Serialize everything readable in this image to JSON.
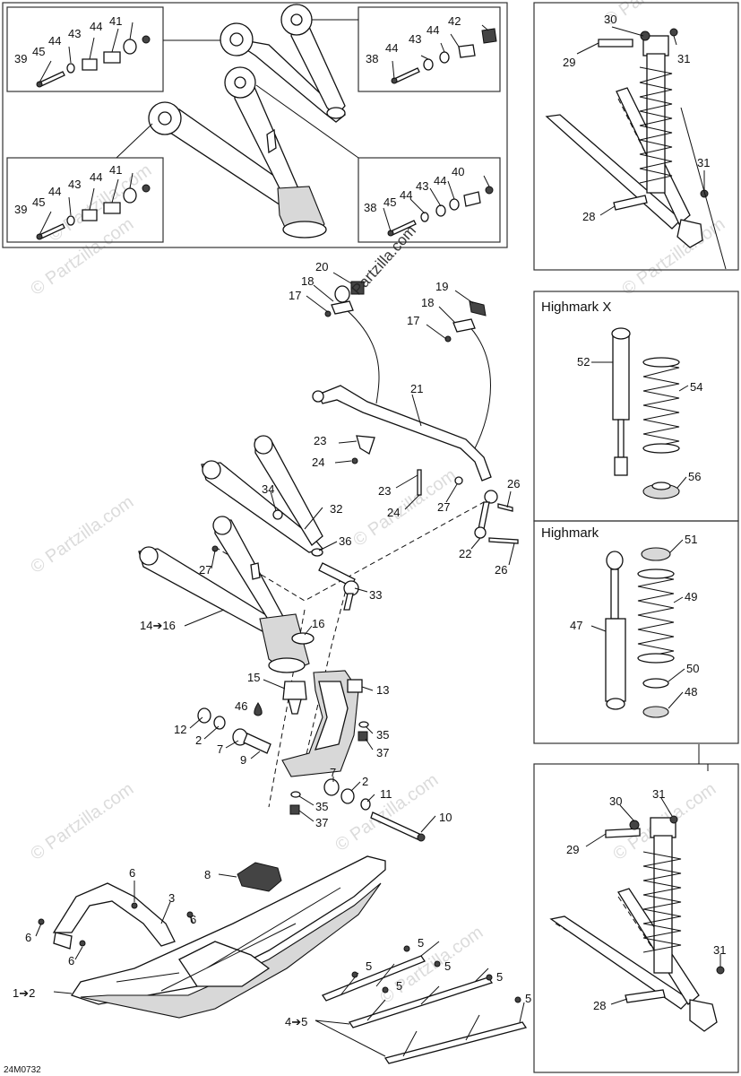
{
  "titles": {
    "highmark_x": "Highmark X",
    "highmark": "Highmark"
  },
  "drawing_code": "24M0732",
  "watermark": "© Partzilla.com",
  "watermark_center": "Partzilla.com",
  "callouts": [
    {
      "id": "c41a",
      "t": "41"
    },
    {
      "id": "c44a1",
      "t": "44"
    },
    {
      "id": "c43a",
      "t": "43"
    },
    {
      "id": "c44a2",
      "t": "44"
    },
    {
      "id": "c45a",
      "t": "45"
    },
    {
      "id": "c39a",
      "t": "39"
    },
    {
      "id": "c42",
      "t": "42"
    },
    {
      "id": "c44b1",
      "t": "44"
    },
    {
      "id": "c43b",
      "t": "43"
    },
    {
      "id": "c44b2",
      "t": "44"
    },
    {
      "id": "c38a",
      "t": "38"
    },
    {
      "id": "c41c",
      "t": "41"
    },
    {
      "id": "c44c1",
      "t": "44"
    },
    {
      "id": "c43c",
      "t": "43"
    },
    {
      "id": "c44c2",
      "t": "44"
    },
    {
      "id": "c45c",
      "t": "45"
    },
    {
      "id": "c39c",
      "t": "39"
    },
    {
      "id": "c40",
      "t": "40"
    },
    {
      "id": "c44d1",
      "t": "44"
    },
    {
      "id": "c44d2",
      "t": "44"
    },
    {
      "id": "c43d",
      "t": "43"
    },
    {
      "id": "c45d",
      "t": "45"
    },
    {
      "id": "c38d",
      "t": "38"
    },
    {
      "id": "c30a",
      "t": "30"
    },
    {
      "id": "c29a",
      "t": "29"
    },
    {
      "id": "c31a",
      "t": "31"
    },
    {
      "id": "c31b",
      "t": "31"
    },
    {
      "id": "c28a",
      "t": "28"
    },
    {
      "id": "c20",
      "t": "20"
    },
    {
      "id": "c18a",
      "t": "18"
    },
    {
      "id": "c17a",
      "t": "17"
    },
    {
      "id": "c19",
      "t": "19"
    },
    {
      "id": "c18b",
      "t": "18"
    },
    {
      "id": "c17b",
      "t": "17"
    },
    {
      "id": "c21",
      "t": "21"
    },
    {
      "id": "c23a",
      "t": "23"
    },
    {
      "id": "c24a",
      "t": "24"
    },
    {
      "id": "c23b",
      "t": "23"
    },
    {
      "id": "c24b",
      "t": "24"
    },
    {
      "id": "c27a",
      "t": "27"
    },
    {
      "id": "c26a",
      "t": "26"
    },
    {
      "id": "c22",
      "t": "22"
    },
    {
      "id": "c26b",
      "t": "26"
    },
    {
      "id": "c34",
      "t": "34"
    },
    {
      "id": "c32",
      "t": "32"
    },
    {
      "id": "c36",
      "t": "36"
    },
    {
      "id": "c27b",
      "t": "27"
    },
    {
      "id": "c33",
      "t": "33"
    },
    {
      "id": "c1416",
      "t": "14➔16"
    },
    {
      "id": "c16",
      "t": "16"
    },
    {
      "id": "c15",
      "t": "15"
    },
    {
      "id": "c13",
      "t": "13"
    },
    {
      "id": "c46",
      "t": "46"
    },
    {
      "id": "c12",
      "t": "12"
    },
    {
      "id": "c2a",
      "t": "2"
    },
    {
      "id": "c7a",
      "t": "7"
    },
    {
      "id": "c9",
      "t": "9"
    },
    {
      "id": "c35a",
      "t": "35"
    },
    {
      "id": "c37a",
      "t": "37"
    },
    {
      "id": "c7b",
      "t": "7"
    },
    {
      "id": "c2b",
      "t": "2"
    },
    {
      "id": "c11",
      "t": "11"
    },
    {
      "id": "c35b",
      "t": "35"
    },
    {
      "id": "c37b",
      "t": "37"
    },
    {
      "id": "c10",
      "t": "10"
    },
    {
      "id": "c8",
      "t": "8"
    },
    {
      "id": "c6a",
      "t": "6"
    },
    {
      "id": "c3",
      "t": "3"
    },
    {
      "id": "c6b",
      "t": "6"
    },
    {
      "id": "c6c",
      "t": "6"
    },
    {
      "id": "c6d",
      "t": "6"
    },
    {
      "id": "c12b",
      "t": "1➔2"
    },
    {
      "id": "c5a",
      "t": "5"
    },
    {
      "id": "c5b",
      "t": "5"
    },
    {
      "id": "c5c",
      "t": "5"
    },
    {
      "id": "c5d",
      "t": "5"
    },
    {
      "id": "c5e",
      "t": "5"
    },
    {
      "id": "c5f",
      "t": "5"
    },
    {
      "id": "c45g",
      "t": "4➔5"
    },
    {
      "id": "c52",
      "t": "52"
    },
    {
      "id": "c54",
      "t": "54"
    },
    {
      "id": "c56",
      "t": "56"
    },
    {
      "id": "c51",
      "t": "51"
    },
    {
      "id": "c49",
      "t": "49"
    },
    {
      "id": "c47",
      "t": "47"
    },
    {
      "id": "c50",
      "t": "50"
    },
    {
      "id": "c48",
      "t": "48"
    },
    {
      "id": "c30b",
      "t": "30"
    },
    {
      "id": "c31c",
      "t": "31"
    },
    {
      "id": "c29b",
      "t": "29"
    },
    {
      "id": "c31d",
      "t": "31"
    },
    {
      "id": "c28b",
      "t": "28"
    }
  ]
}
